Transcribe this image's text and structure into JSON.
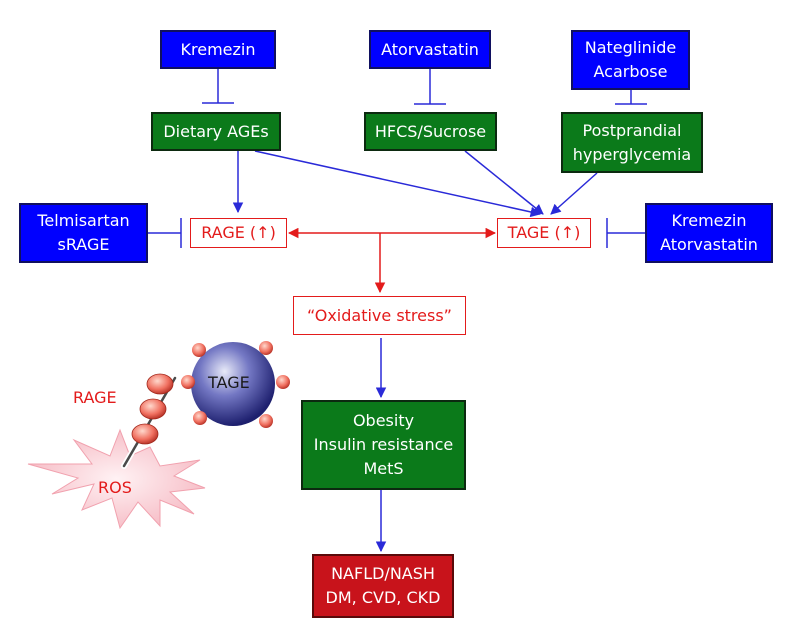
{
  "inhibitors": {
    "kremezin_top": [
      "Kremezin"
    ],
    "atorvastatin_top": [
      "Atorvastatin"
    ],
    "nateglinide_acarbose": [
      "Nateglinide",
      "Acarbose"
    ],
    "telmisartan_srage": [
      "Telmisartan",
      "sRAGE"
    ],
    "kremezin_atorvastatin": [
      "Kremezin",
      "Atorvastatin"
    ]
  },
  "sources": {
    "dietary_ages": [
      "Dietary AGEs"
    ],
    "hfcs_sucrose": [
      "HFCS/Sucrose"
    ],
    "postprandial": [
      "Postprandial",
      "hyperglycemia"
    ]
  },
  "mediators": {
    "rage_up": "RAGE (↑)",
    "tage_up": "TAGE (↑)",
    "oxidative_stress": "“Oxidative stress”"
  },
  "outcomes": {
    "metabolic": [
      "Obesity",
      "Insulin resistance",
      "MetS"
    ],
    "diseases": [
      "NAFLD/NASH",
      "DM, CVD, CKD"
    ]
  },
  "illustration": {
    "receptor_label": "RAGE",
    "ligand_label": "TAGE",
    "burst_label": "ROS"
  },
  "colors": {
    "drug_box": "#0000ff",
    "source_box": "#0b7a1a",
    "mediator_outline": "#e31b1b",
    "disease_box": "#c8131b",
    "arrow_blue": "#2a2ad8",
    "arrow_red": "#e31b1b"
  }
}
